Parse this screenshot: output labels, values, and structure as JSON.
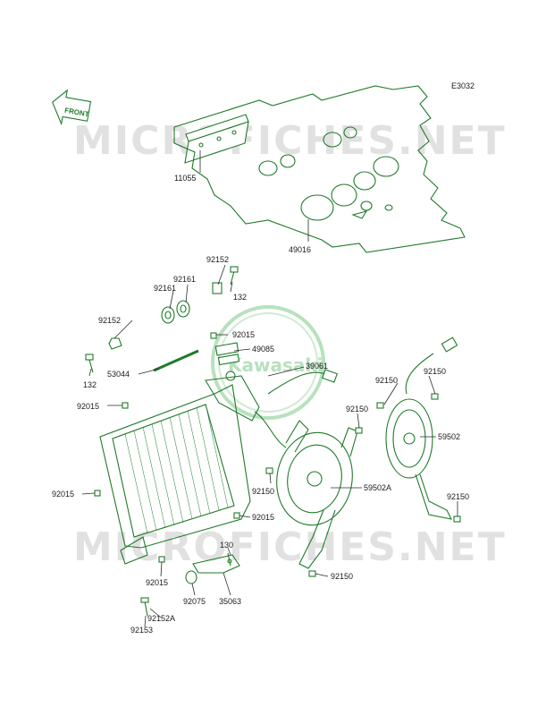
{
  "diagram_code": "E3032",
  "front_arrow_label": "FRONT",
  "watermark_top": "MICROFICHES.NET",
  "watermark_bottom": "MICROFICHES.NET",
  "logo_text": "Kawasaki",
  "colors": {
    "parts": "#1f7a2a",
    "leader": "#2a2a2a",
    "watermark": "#c9c9c9"
  },
  "part_labels": {
    "p11055": "11055",
    "p49016": "49016",
    "p92152_a": "92152",
    "p92161_a": "92161",
    "p92161_b": "92161",
    "p132_a": "132",
    "p92152_b": "92152",
    "p92015_a": "92015",
    "p49085": "49085",
    "p53044": "53044",
    "p39061": "39061",
    "p132_b": "132",
    "p92015_b": "92015",
    "p92150_a": "92150",
    "p92150_b": "92150",
    "p92150_c": "92150",
    "p59502": "59502",
    "p92015_c": "92015",
    "p92150_d": "92150",
    "p59502A": "59502A",
    "p92150_e": "92150",
    "p92015_d": "92015",
    "p130": "130",
    "p92150_f": "92150",
    "p92015_e": "92015",
    "p92075": "92075",
    "p35063": "35063",
    "p92152A": "92152A",
    "p92153": "92153"
  }
}
